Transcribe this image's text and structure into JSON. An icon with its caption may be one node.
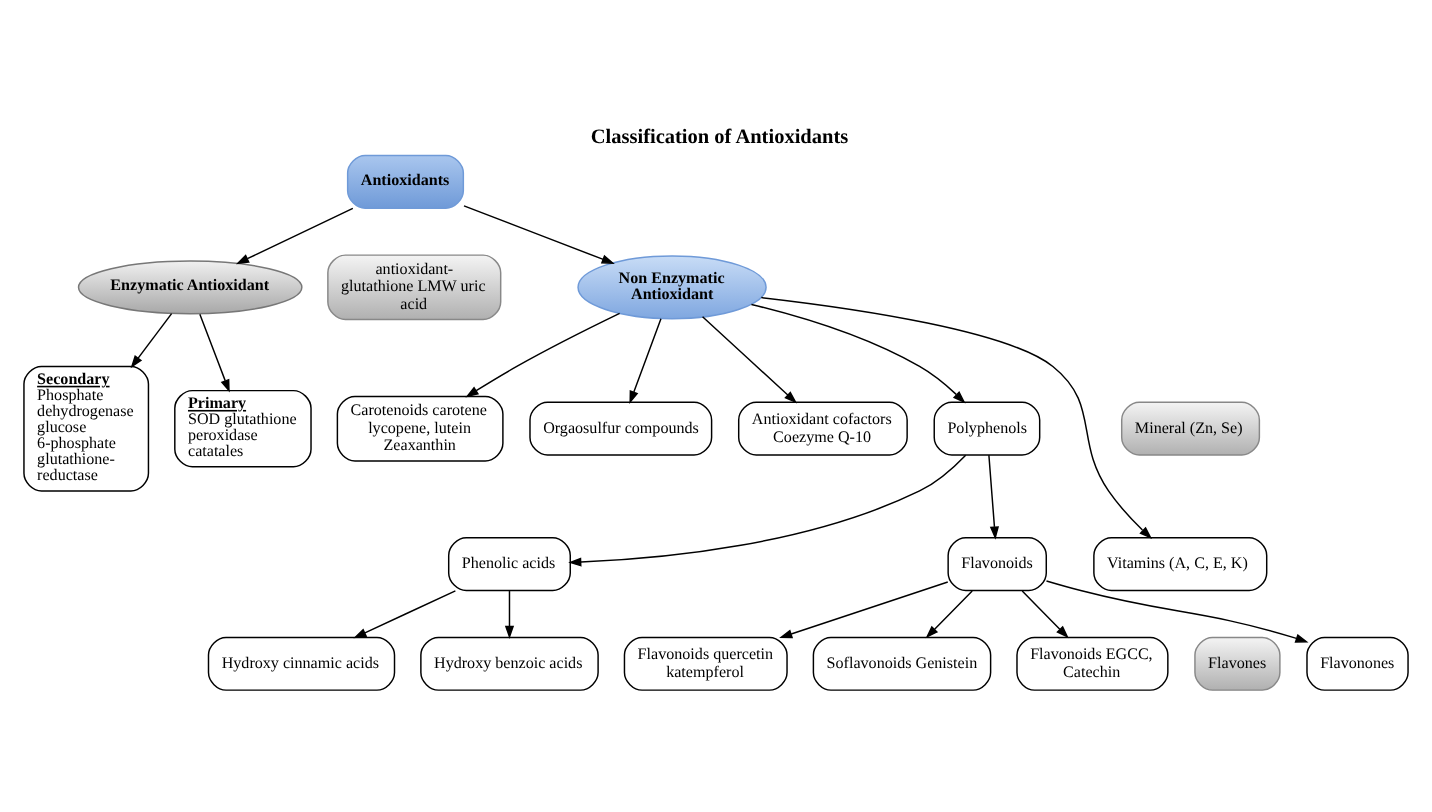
{
  "diagram": {
    "title": "Classification of Antioxidants",
    "nodes": [
      {
        "text": [
          "Antioxidants"
        ]
      },
      {
        "text": [
          "Enzymatic Antioxidant"
        ]
      },
      {
        "text": [
          "Primary",
          "SOD glutathione peroxidase catatales"
        ]
      },
      {
        "text": [
          "Secondary",
          "Phosphate dehydrogenase glucose 6-phosphate glutathione-reductase"
        ]
      },
      {
        "text": [
          "antioxidant-glutathione LMW uric acid"
        ]
      },
      {
        "text": [
          "Non Enzymatic Antioxidant"
        ]
      },
      {
        "text": [
          "Carotenoids carotene lycopene, lutein Zeaxanthin"
        ]
      },
      {
        "text": [
          "Orgaosulfur compounds"
        ]
      },
      {
        "text": [
          "Mineral (Zn, Se)"
        ]
      },
      {
        "text": [
          "Antioxidant cofactors Coezyme Q-10"
        ]
      },
      {
        "text": [
          "Polyphenols"
        ]
      },
      {
        "text": [
          "Vitamins (A, C, E, K)"
        ]
      },
      {
        "text": [
          "Phenolic acids"
        ]
      },
      {
        "text": [
          "Flavonoids"
        ]
      },
      {
        "text": [
          "Flavonoids quercetin katempferol"
        ]
      },
      {
        "text": [
          "Soflavonoids Genistein"
        ]
      },
      {
        "text": [
          "Flavonoids EGCC, Catechin"
        ]
      },
      {
        "text": [
          "Flavones"
        ]
      },
      {
        "text": [
          "Flavonones"
        ]
      },
      {
        "text": [
          "Hydroxy cinnamic acids"
        ]
      },
      {
        "text": [
          "Hydroxy benzoic acids"
        ]
      }
    ],
    "edges": [
      {
        "from": 0,
        "to": 1,
        "arrow": "to"
      },
      {
        "from": 0,
        "to": 5,
        "arrow": "to"
      },
      {
        "from": 1,
        "to": 2,
        "arrow": "to"
      },
      {
        "from": 1,
        "to": 3,
        "arrow": "to"
      },
      {
        "from": 5,
        "to": 6,
        "arrow": "to"
      },
      {
        "from": 5,
        "to": 7,
        "arrow": "to"
      },
      {
        "from": 5,
        "to": 9,
        "arrow": "to"
      },
      {
        "from": 5,
        "to": 11,
        "arrow": "to"
      },
      {
        "from": 5,
        "to": 10,
        "arrow": "to"
      },
      {
        "from": 10,
        "to": 13,
        "arrow": "to"
      },
      {
        "from": 10,
        "to": 12,
        "arrow": "to"
      },
      {
        "from": 13,
        "to": 14,
        "arrow": "to"
      },
      {
        "from": 13,
        "to": 15,
        "arrow": "to"
      },
      {
        "from": 13,
        "to": 18,
        "arrow": "to"
      },
      {
        "from": 13,
        "to": 16,
        "arrow": "to"
      },
      {
        "from": 12,
        "to": 19,
        "arrow": "to"
      },
      {
        "from": 12,
        "to": 20,
        "arrow": "to"
      }
    ]
  }
}
